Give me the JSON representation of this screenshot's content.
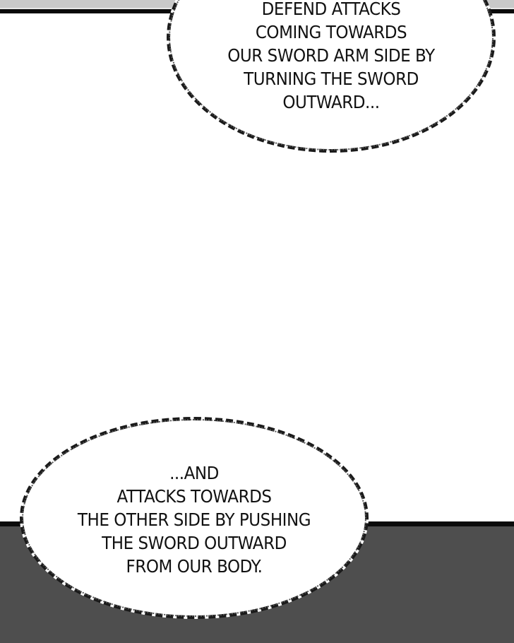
{
  "panels": {
    "top": {
      "band_color": "#c9c9c9",
      "border_color": "#0a0a0a"
    },
    "bottom": {
      "fill_color": "#4e4e4e",
      "border_color": "#0a0a0a"
    }
  },
  "bubbles": [
    {
      "position": "top-right",
      "lines": [
        "DEFEND ATTACKS",
        "COMING TOWARDS",
        "OUR SWORD ARM SIDE BY",
        "TURNING THE SWORD",
        "OUTWARD..."
      ]
    },
    {
      "position": "bottom-left",
      "lines": [
        "...AND",
        "ATTACKS TOWARDS",
        "THE OTHER SIDE BY PUSHING",
        "THE SWORD OUTWARD",
        "FROM OUR BODY."
      ]
    }
  ]
}
